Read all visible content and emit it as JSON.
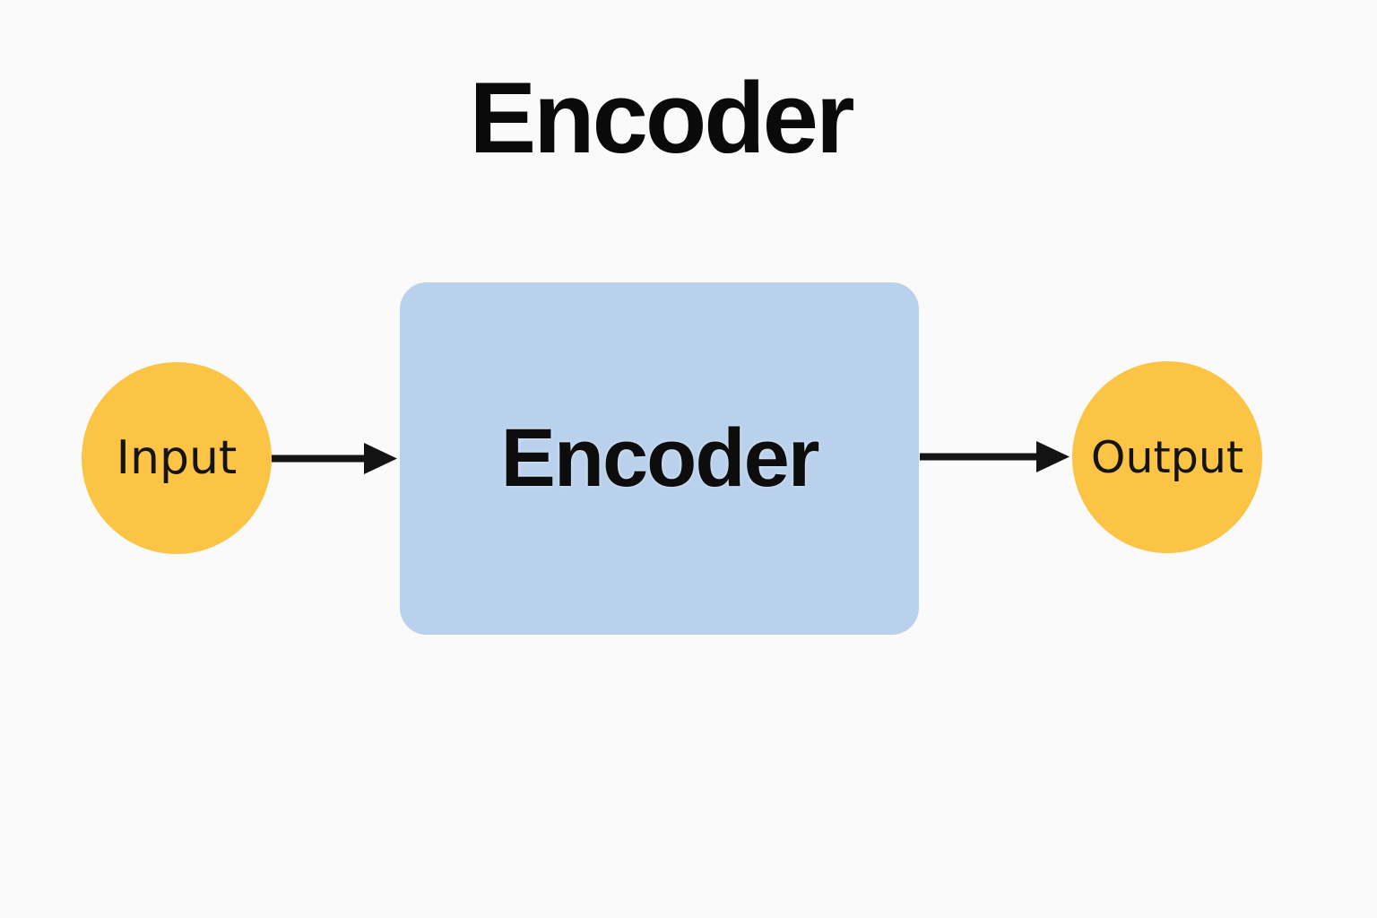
{
  "page": {
    "title": "Encoder"
  },
  "diagram": {
    "nodes": [
      {
        "id": "input",
        "label": "Input",
        "shape": "circle"
      },
      {
        "id": "encoder",
        "label": "Encoder",
        "shape": "rounded-rect"
      },
      {
        "id": "output",
        "label": "Output",
        "shape": "circle"
      }
    ],
    "edges": [
      {
        "from": "input",
        "to": "encoder"
      },
      {
        "from": "encoder",
        "to": "output"
      }
    ],
    "colors": {
      "background": "#fafafa",
      "node_fill": "#fcc445",
      "block_fill": "#b9d1ec",
      "arrow": "#141414",
      "text": "#0d0d0d"
    }
  }
}
